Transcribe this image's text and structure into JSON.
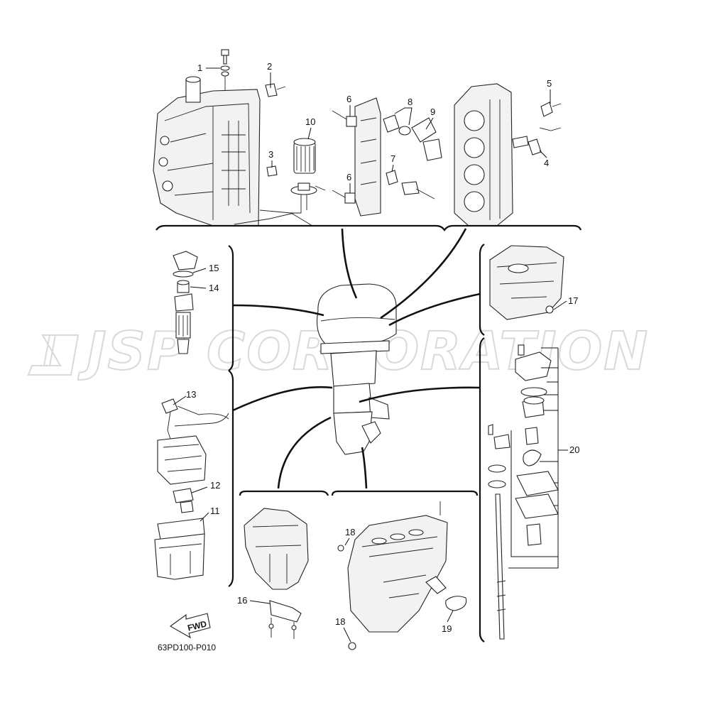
{
  "diagram": {
    "drawing_code": "63PD100-P010",
    "watermark": "JSP CORPORATION",
    "fwd_label": "FWD",
    "callouts": [
      "1",
      "2",
      "3",
      "4",
      "5",
      "6",
      "6",
      "7",
      "8",
      "9",
      "10",
      "11",
      "12",
      "13",
      "14",
      "15",
      "16",
      "17",
      "18",
      "18",
      "19",
      "20"
    ]
  }
}
